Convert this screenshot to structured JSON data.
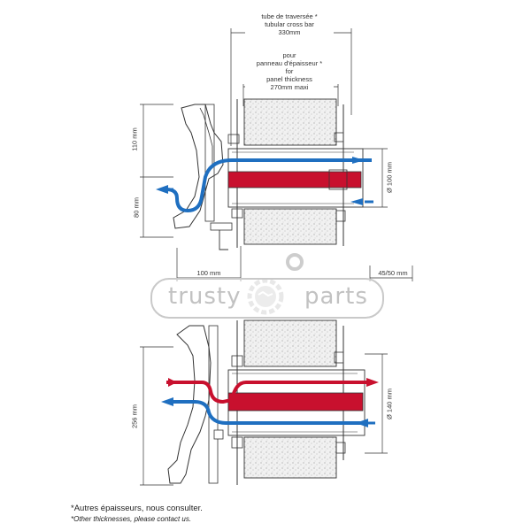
{
  "header": {
    "tube_fr": "tube de traversée *",
    "tube_en": "tubular cross bar",
    "tube_len": "330mm",
    "panel_fr1": "pour",
    "panel_fr2": "panneau d'épaisseur *",
    "panel_en1": "for",
    "panel_en2": "panel thickness",
    "panel_len": "270mm maxi"
  },
  "dims": {
    "d110": "110 mm",
    "d80": "80 mm",
    "dia100": "Ø 100 mm",
    "d100": "100 mm",
    "d4550": "45/50 mm",
    "d256": "256 mm",
    "dia140": "Ø 140 mm"
  },
  "watermark": {
    "left": "trusty",
    "right": "parts"
  },
  "notes": {
    "fr": "*Autres épaisseurs, nous consulter.",
    "en": "*Other thicknesses, please contact us."
  },
  "colors": {
    "hot": "#c8102e",
    "cold": "#1f6fc0",
    "line": "#2a2a2a",
    "insulation": "#e6e6e6"
  }
}
